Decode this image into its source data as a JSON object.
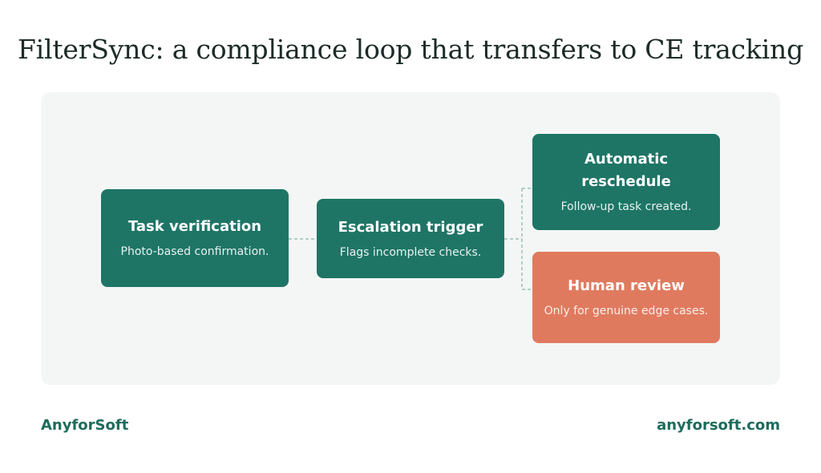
{
  "title": "FilterSync: a compliance loop that transfers to CE tracking",
  "colors": {
    "teal": "#1e7566",
    "coral": "#e07a5f",
    "panel": "#f3f6f5",
    "brand_text": "#1e6b5c",
    "connector": "#9fbdb6"
  },
  "nodes": {
    "task_verification": {
      "title": "Task verification",
      "description": "Photo-based confirmation."
    },
    "escalation_trigger": {
      "title": "Escalation trigger",
      "description": "Flags incomplete checks."
    },
    "automatic_reschedule": {
      "title": "Automatic reschedule",
      "description": "Follow-up task created."
    },
    "human_review": {
      "title": "Human review",
      "description": "Only for genuine edge cases."
    }
  },
  "footer": {
    "brand": "AnyforSoft",
    "website": "anyforsoft.com"
  }
}
